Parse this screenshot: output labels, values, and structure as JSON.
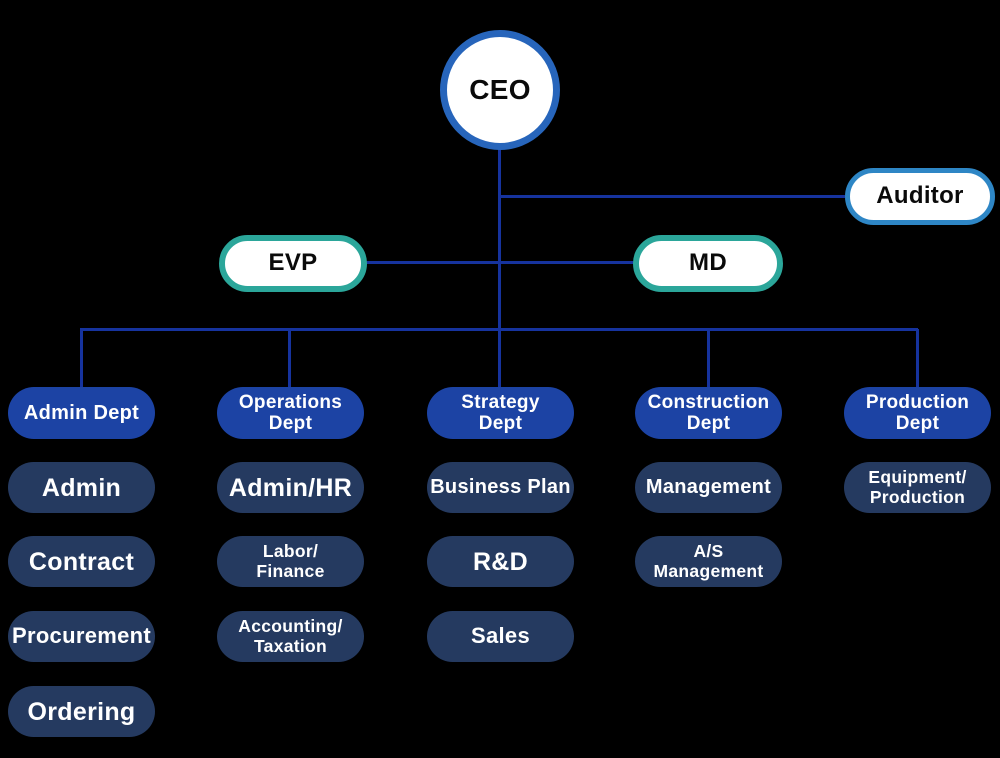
{
  "palette": {
    "background": "#000000",
    "connector_blue": "#16339e",
    "dept_blue": "#1c43a4",
    "item_navy": "#253a60",
    "ceo_border_blue": "#2765bb",
    "auditor_border_blue": "#2e86c5",
    "exec_border_teal": "#2ba69a",
    "text_on_dark": "#ffffff",
    "text_on_light": "#0a0a0a"
  },
  "nodes": {
    "ceo": "CEO",
    "auditor": "Auditor",
    "evp": "EVP",
    "md": "MD"
  },
  "columns": [
    {
      "dept": "Admin Dept",
      "items": [
        "Admin",
        "Contract",
        "Procurement",
        "Ordering"
      ]
    },
    {
      "dept": "Operations\nDept",
      "items": [
        "Admin/HR",
        "Labor/\nFinance",
        "Accounting/\nTaxation"
      ]
    },
    {
      "dept": "Strategy\nDept",
      "items": [
        "Business Plan",
        "R&D",
        "Sales"
      ]
    },
    {
      "dept": "Construction\nDept",
      "items": [
        "Management",
        "A/S\nManagement"
      ]
    },
    {
      "dept": "Production\nDept",
      "items": [
        "Equipment/\nProduction"
      ]
    }
  ]
}
